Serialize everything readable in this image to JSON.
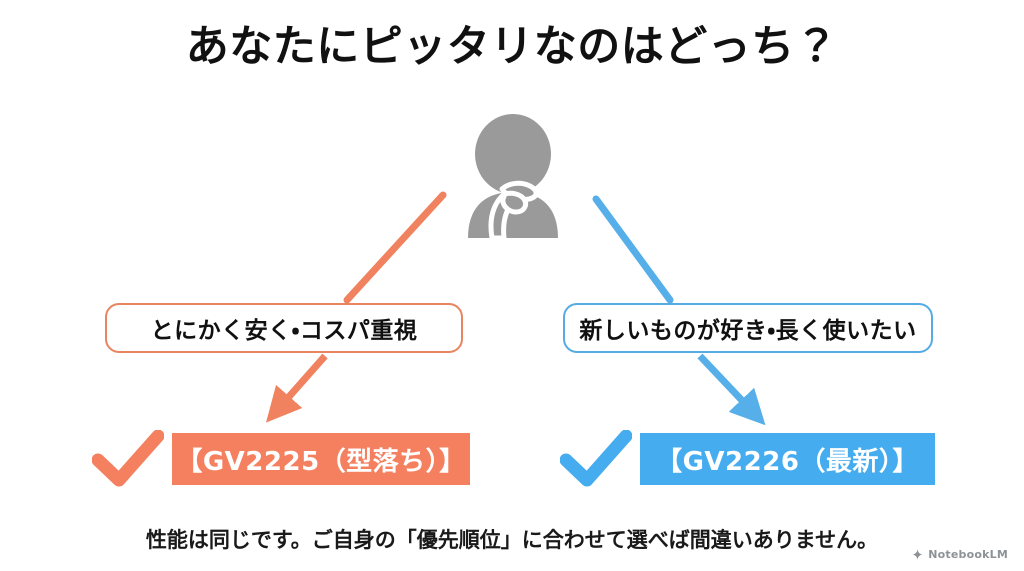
{
  "slide": {
    "title": "あなたにピッタリなのはどっち？",
    "footnote": "性能は同じです。ご自身の「優先順位」に合わせて選べば間違いありません。",
    "background_color": "#FFFFFF"
  },
  "persona": {
    "icon_name": "thinking-person-icon",
    "color": "#9A9A9A"
  },
  "branches": [
    {
      "side": "left",
      "condition_label": "とにかく安く・コスパ重視",
      "result_label": "【GV2225（型落ち）】",
      "accent_color": "#F5805F",
      "border_color": "#E8845F",
      "check_color": "#F5805F",
      "arrow_color": "#F0825F"
    },
    {
      "side": "right",
      "condition_label": "新しいものが好き・長く使いたい",
      "result_label": "【GV2226（最新）】",
      "accent_color": "#45ACEF",
      "border_color": "#55ABE2",
      "check_color": "#45ACEF",
      "arrow_color": "#56AFE8"
    }
  ],
  "watermark": {
    "label": "NotebookLM",
    "icon_name": "notebooklm-logo-icon",
    "color": "#8D9297"
  }
}
